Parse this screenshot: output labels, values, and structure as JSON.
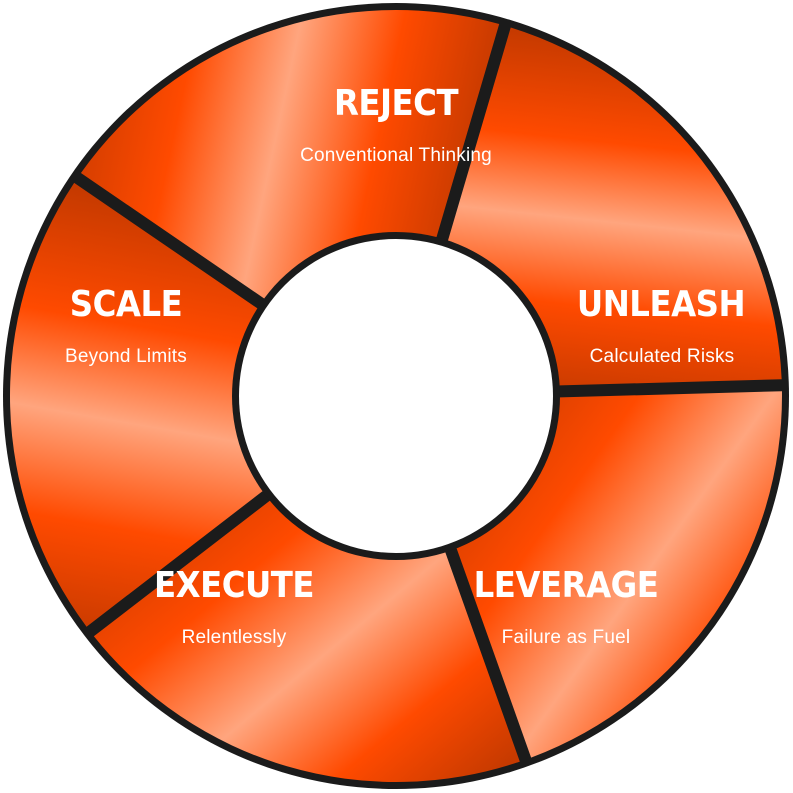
{
  "diagram": {
    "colors": {
      "segment_dark": "#C63A00",
      "segment_mid": "#FF4A00",
      "segment_light": "#FFA57E",
      "divider": "#1B1B1B",
      "center": "#FFFFFF"
    },
    "segments": [
      {
        "id": "reject",
        "title": "REJECT",
        "subtitle": "Conventional Thinking"
      },
      {
        "id": "unleash",
        "title": "UNLEASH",
        "subtitle": "Calculated Risks"
      },
      {
        "id": "leverage",
        "title": "LEVERAGE",
        "subtitle": "Failure as Fuel"
      },
      {
        "id": "execute",
        "title": "EXECUTE",
        "subtitle": "Relentlessly"
      },
      {
        "id": "scale",
        "title": "SCALE",
        "subtitle": "Beyond Limits"
      }
    ]
  }
}
